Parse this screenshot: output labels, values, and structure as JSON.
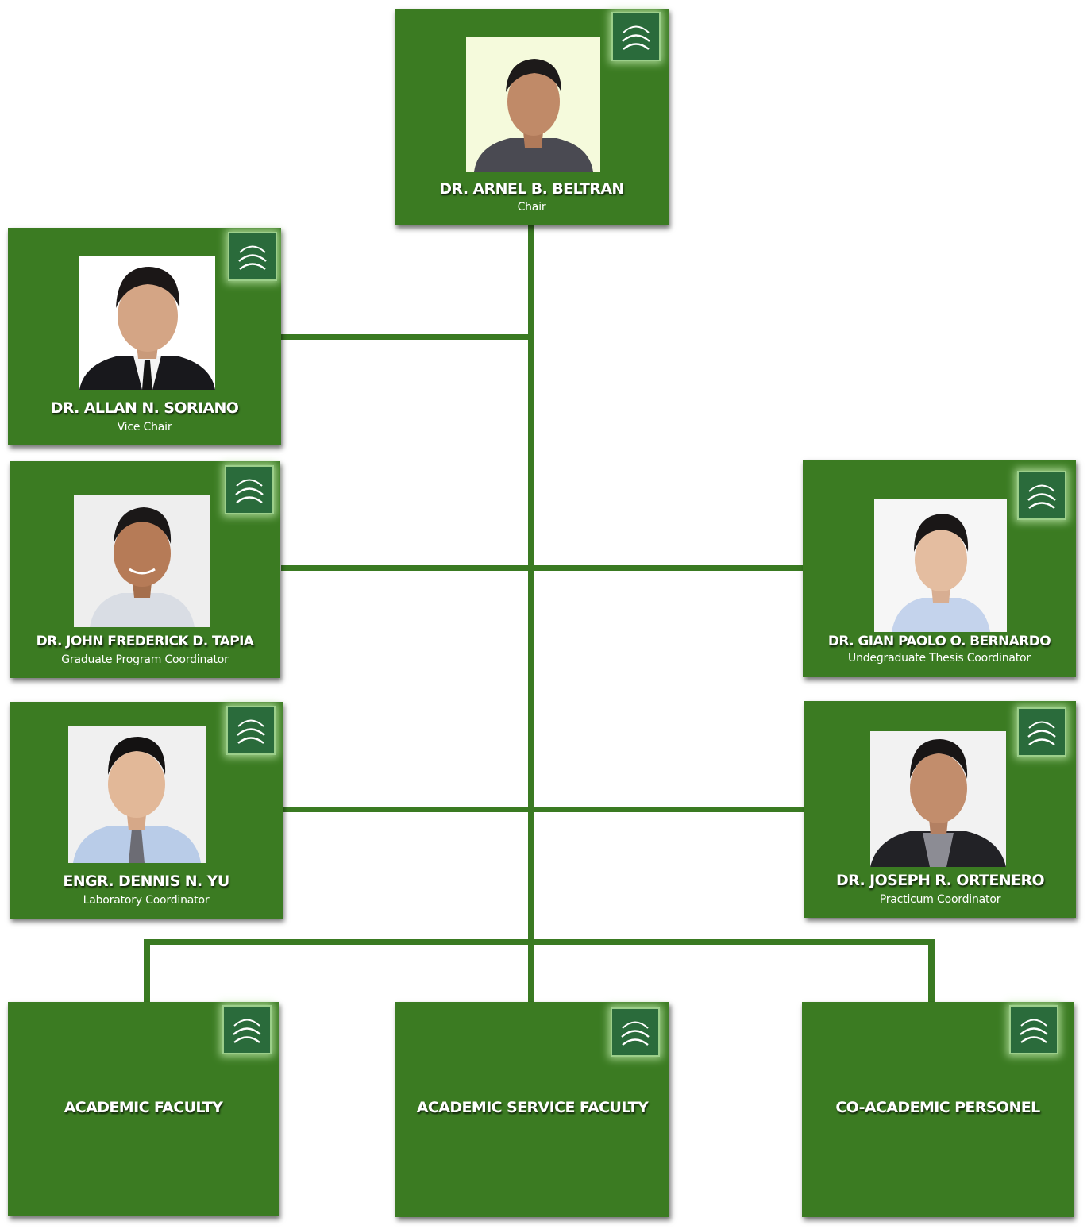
{
  "colors": {
    "card": "#3b7b22",
    "connector": "#3a7a22",
    "logo_bg": "#2a6b3b",
    "logo_glow": "#9ccf8a",
    "text": "#ffffff"
  },
  "chair": {
    "name": "DR. ARNEL B. BELTRAN",
    "role": "Chair"
  },
  "vice_chair": {
    "name": "DR. ALLAN N. SORIANO",
    "role": "Vice Chair"
  },
  "graduate_coordinator": {
    "name": "DR. JOHN FREDERICK D. TAPIA",
    "role": "Graduate Program Coordinator"
  },
  "thesis_coordinator": {
    "name": "DR. GIAN PAOLO O. BERNARDO",
    "role": "Undegraduate Thesis Coordinator"
  },
  "laboratory_coordinator": {
    "name": "ENGR. DENNIS N. YU",
    "role": "Laboratory Coordinator"
  },
  "practicum_coordinator": {
    "name": "DR. JOSEPH R. ORTENERO",
    "role": "Practicum Coordinator"
  },
  "groups": {
    "academic_faculty": "ACADEMIC FACULTY",
    "academic_service_faculty": "ACADEMIC SERVICE FACULTY",
    "co_academic_personel": "CO-ACADEMIC PERSONEL"
  },
  "icons": {
    "logo": "university-arches-logo-icon",
    "photo": "person-portrait-photo"
  }
}
